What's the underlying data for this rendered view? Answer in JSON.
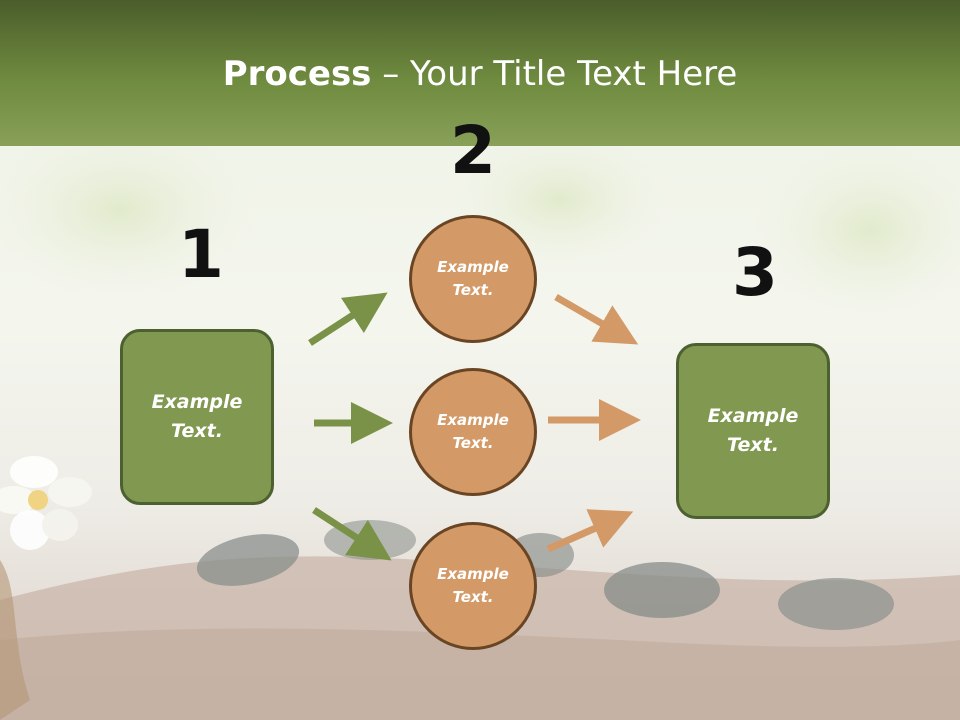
{
  "slide": {
    "title_bold": "Process",
    "title_rest": " – Your Title Text Here"
  },
  "steps": {
    "one": "1",
    "two": "2",
    "three": "3"
  },
  "nodes": {
    "left_box": "Example Text.",
    "circle_top": "Example Text.",
    "circle_middle": "Example Text.",
    "circle_bottom": "Example Text.",
    "right_box": "Example Text."
  },
  "colors": {
    "header": "#6f8b3f",
    "box_fill": "#80984f",
    "circle_fill": "#d39a68",
    "arrow_green": "#7a9247",
    "arrow_orange": "#d39a68"
  }
}
